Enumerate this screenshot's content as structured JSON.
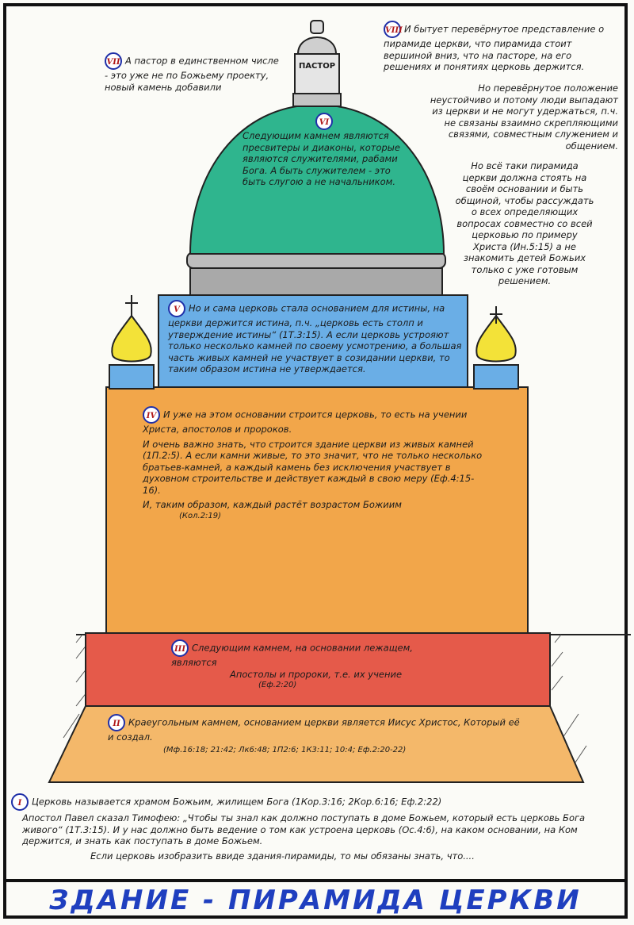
{
  "title": "ЗДАНИЕ - ПИРАМИДА ЦЕРКВИ",
  "pastor_label": "ПАСТОР",
  "colors": {
    "dome": "#2fb58e",
    "blue": "#6aaee6",
    "orange": "#f2a64a",
    "red": "#e55a4a",
    "tan": "#f4b86a",
    "gray": "#a9a9a9",
    "gold": "#f3e238",
    "title": "#1f3fbf"
  },
  "sections": {
    "s7": {
      "num": "VII",
      "text": "А пастор в единственном числе - это уже не по Божьему проекту, новый камень добавили"
    },
    "s8": {
      "num": "VIII",
      "text": "И бытует перевёрнутое представление о пирамиде церкви, что пирамида стоит вершиной вниз, что на пасторе, на его решениях и понятиях церковь держится.",
      "text2": "Но перевёрнутое положение неустойчиво и потому люди выпадают из церкви и не могут удержаться, п.ч. не связаны взаимно скрепляющими связями, совместным служением и общением.",
      "text3": "Но всё таки пирамида церкви должна стоять на своём основании и быть общиной, чтобы рассуждать о всех определяющих вопросах совместно со всей церковью по примеру Христа (Ин.5:15) а не знакомить детей Божьих только с уже готовым решением."
    },
    "s6": {
      "num": "VI",
      "text": "Следующим камнем являются пресвитеры и диаконы, которые являются служителями, рабами Бога. А быть служителем - это быть слугою а не начальником."
    },
    "s5": {
      "num": "V",
      "text": "Но и сама церковь стала основанием для истины, на церкви держится истина, п.ч. „церковь есть столп и утверждение истины“ (1Т.3:15). А если церковь устрояют только несколько камней по своему усмотрению, а большая часть живых камней не участвует в созидании церкви, то таким образом истина не утверждается."
    },
    "s4": {
      "num": "IV",
      "text": "И уже на этом основании строится церковь, то есть на учении Христа, апостолов и пророков.",
      "text2": "И очень важно знать, что строится здание церкви из живых камней (1П.2:5). А если камни живые, то это значит, что не только несколько братьев-камней, а каждый камень без исключения участвует в духовном строительстве и действует каждый в свою меру (Еф.4:15-16).",
      "text3": "И, таким образом, каждый растёт возрастом Божиим",
      "ref": "(Кол.2:19)"
    },
    "s3": {
      "num": "III",
      "text": "Следующим камнем, на основании лежащем, являются",
      "text2": "Апостолы и пророки, т.е. их учение",
      "ref": "(Еф.2:20)"
    },
    "s2": {
      "num": "II",
      "text": "Краеугольным камнем, основанием церкви является Иисус Христос, Который её и создал.",
      "ref": "(Мф.16:18; 21:42; Лк6:48; 1П2:6; 1К3:11; 10:4; Еф.2:20-22)"
    },
    "s1": {
      "num": "I",
      "text": "Церковь называется храмом Божьим, жилищем Бога (1Кор.3:16; 2Кор.6:16; Еф.2:22)",
      "text2": "Апостол Павел сказал Тимофею: „Чтобы ты знал как должно поступать в доме Божьем, который есть церковь Бога живого“ (1Т.3:15). И у нас должно быть ведение о том как устроена церковь (Ос.4:6), на каком основании, на Ком держится, и знать как поступать в доме Божьем.",
      "text3": "Если церковь изобразить ввиде здания-пирамиды, то мы обязаны знать, что...."
    }
  }
}
